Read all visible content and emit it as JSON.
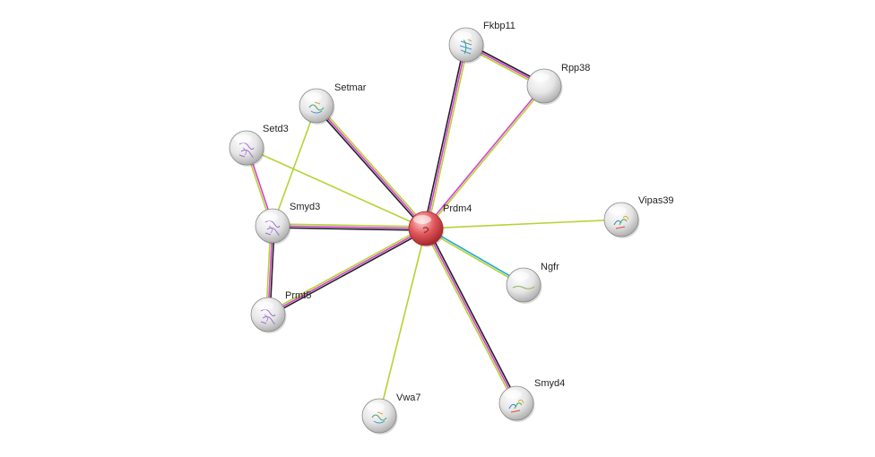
{
  "network": {
    "nodes": [
      {
        "id": "prdm4",
        "label": "Prdm4",
        "kind": "query",
        "structure_icon": "protein-mini-structure"
      },
      {
        "id": "fkbp11",
        "label": "Fkbp11",
        "kind": "partner",
        "structure_icon": "beta-sheet-structure"
      },
      {
        "id": "rpp38",
        "label": "Rpp38",
        "kind": "partner",
        "structure_icon": "none"
      },
      {
        "id": "setmar",
        "label": "Setmar",
        "kind": "partner",
        "structure_icon": "helix-structure"
      },
      {
        "id": "setd3",
        "label": "Setd3",
        "kind": "partner",
        "structure_icon": "purple-fold-structure"
      },
      {
        "id": "smyd3",
        "label": "Smyd3",
        "kind": "partner",
        "structure_icon": "purple-fold-structure"
      },
      {
        "id": "prmt5",
        "label": "Prmt5",
        "kind": "partner",
        "structure_icon": "purple-fold-structure"
      },
      {
        "id": "vipas39",
        "label": "Vipas39",
        "kind": "partner",
        "structure_icon": "rainbow-helix-structure"
      },
      {
        "id": "ngfr",
        "label": "Ngfr",
        "kind": "partner",
        "structure_icon": "thin-chain-structure"
      },
      {
        "id": "smyd4",
        "label": "Smyd4",
        "kind": "partner",
        "structure_icon": "rainbow-helix-structure"
      },
      {
        "id": "vwa7",
        "label": "Vwa7",
        "kind": "partner",
        "structure_icon": "helix-structure"
      }
    ],
    "edges": [
      {
        "from": "prdm4",
        "to": "fkbp11",
        "evidence": [
          "#222222",
          "#d63fd6",
          "#b5d334"
        ]
      },
      {
        "from": "prdm4",
        "to": "rpp38",
        "evidence": [
          "#d63fd6",
          "#b5d334"
        ]
      },
      {
        "from": "fkbp11",
        "to": "rpp38",
        "evidence": [
          "#222222",
          "#d63fd6",
          "#b5d334"
        ]
      },
      {
        "from": "prdm4",
        "to": "setmar",
        "evidence": [
          "#222222",
          "#d63fd6",
          "#b5d334"
        ]
      },
      {
        "from": "prdm4",
        "to": "setd3",
        "evidence": [
          "#b5d334"
        ]
      },
      {
        "from": "prdm4",
        "to": "smyd3",
        "evidence": [
          "#222222",
          "#d63fd6",
          "#b5d334"
        ]
      },
      {
        "from": "prdm4",
        "to": "prmt5",
        "evidence": [
          "#222222",
          "#d63fd6",
          "#b5d334"
        ]
      },
      {
        "from": "prdm4",
        "to": "vipas39",
        "evidence": [
          "#b5d334"
        ]
      },
      {
        "from": "prdm4",
        "to": "ngfr",
        "evidence": [
          "#1fa9d6",
          "#b5d334"
        ]
      },
      {
        "from": "prdm4",
        "to": "smyd4",
        "evidence": [
          "#222222",
          "#d63fd6",
          "#b5d334"
        ]
      },
      {
        "from": "prdm4",
        "to": "vwa7",
        "evidence": [
          "#b5d334"
        ]
      },
      {
        "from": "setd3",
        "to": "smyd3",
        "evidence": [
          "#d63fd6",
          "#b5d334"
        ]
      },
      {
        "from": "setmar",
        "to": "smyd3",
        "evidence": [
          "#b5d334"
        ]
      },
      {
        "from": "smyd3",
        "to": "prmt5",
        "evidence": [
          "#222222",
          "#d63fd6",
          "#b5d334"
        ]
      }
    ],
    "colors": {
      "query_node": "#d9444b",
      "partner_node": "#d6d6d6",
      "node_outline": "#8a8a8a"
    }
  }
}
